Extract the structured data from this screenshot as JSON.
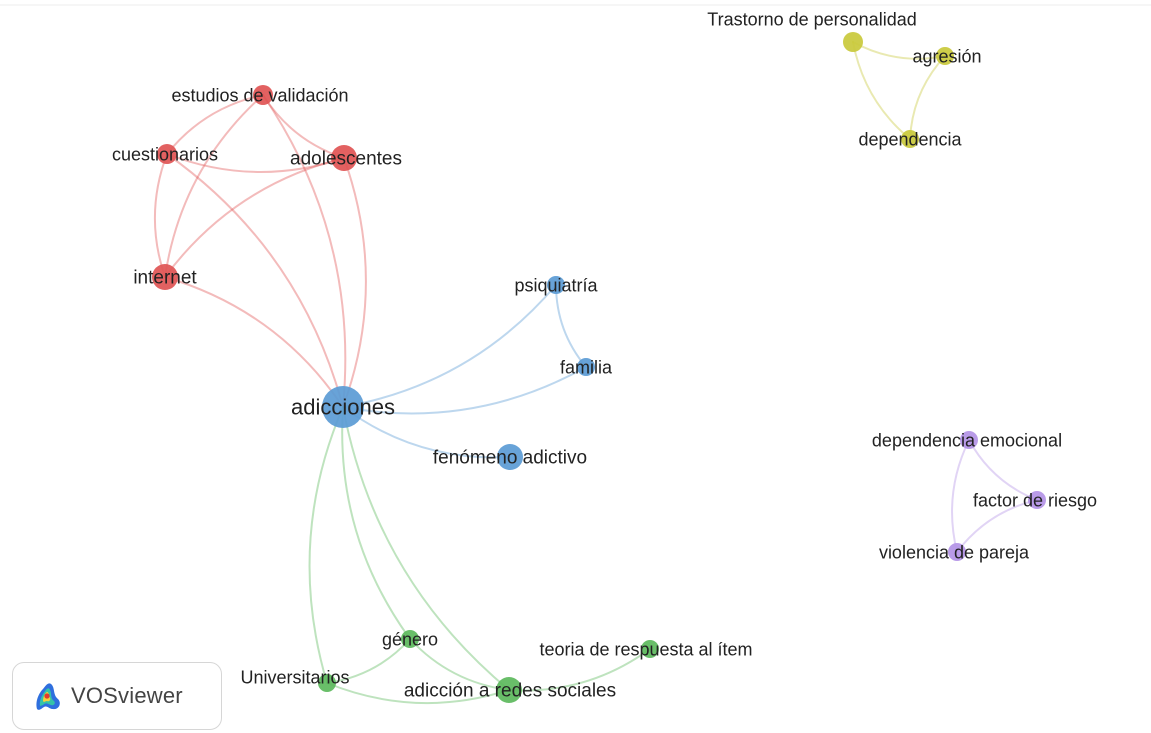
{
  "nodes": [
    {
      "id": "adicciones",
      "label": "adicciones",
      "cluster": "blue"
    },
    {
      "id": "psiquiatria",
      "label": "psiquiatría",
      "cluster": "blue"
    },
    {
      "id": "familia",
      "label": "familia",
      "cluster": "blue"
    },
    {
      "id": "fenomeno",
      "label": "fenómeno adictivo",
      "cluster": "blue"
    },
    {
      "id": "estudios",
      "label": "estudios de validación",
      "cluster": "red"
    },
    {
      "id": "cuestionarios",
      "label": "cuestionarios",
      "cluster": "red"
    },
    {
      "id": "adolescentes",
      "label": "adolescentes",
      "cluster": "red"
    },
    {
      "id": "internet",
      "label": "internet",
      "cluster": "red"
    },
    {
      "id": "trastorno",
      "label": "Trastorno de personalidad",
      "cluster": "yellow"
    },
    {
      "id": "agresion",
      "label": "agresión",
      "cluster": "yellow"
    },
    {
      "id": "dependencia",
      "label": "dependencia",
      "cluster": "yellow"
    },
    {
      "id": "depemocional",
      "label": "dependencia emocional",
      "cluster": "purple"
    },
    {
      "id": "factor",
      "label": "factor de riesgo",
      "cluster": "purple"
    },
    {
      "id": "violencia",
      "label": "violencia de pareja",
      "cluster": "purple"
    },
    {
      "id": "genero",
      "label": "género",
      "cluster": "green"
    },
    {
      "id": "teoria",
      "label": "teoria de respuesta al ítem",
      "cluster": "green"
    },
    {
      "id": "universitarios",
      "label": "Universitarios",
      "cluster": "green"
    },
    {
      "id": "redes",
      "label": "adicción a redes sociales",
      "cluster": "green"
    }
  ],
  "edges": [
    [
      "estudios",
      "cuestionarios"
    ],
    [
      "estudios",
      "adolescentes"
    ],
    [
      "estudios",
      "internet"
    ],
    [
      "cuestionarios",
      "adolescentes"
    ],
    [
      "cuestionarios",
      "internet"
    ],
    [
      "adolescentes",
      "internet"
    ],
    [
      "adicciones",
      "internet"
    ],
    [
      "adicciones",
      "cuestionarios"
    ],
    [
      "adicciones",
      "adolescentes"
    ],
    [
      "adicciones",
      "estudios"
    ],
    [
      "adicciones",
      "psiquiatria"
    ],
    [
      "adicciones",
      "familia"
    ],
    [
      "psiquiatria",
      "familia"
    ],
    [
      "adicciones",
      "fenomeno"
    ],
    [
      "adicciones",
      "universitarios"
    ],
    [
      "adicciones",
      "genero"
    ],
    [
      "adicciones",
      "redes"
    ],
    [
      "universitarios",
      "genero"
    ],
    [
      "universitarios",
      "redes"
    ],
    [
      "genero",
      "redes"
    ],
    [
      "redes",
      "teoria"
    ],
    [
      "trastorno",
      "agresion"
    ],
    [
      "trastorno",
      "dependencia"
    ],
    [
      "agresion",
      "dependencia"
    ],
    [
      "depemocional",
      "factor"
    ],
    [
      "depemocional",
      "violencia"
    ],
    [
      "factor",
      "violencia"
    ]
  ],
  "colors": {
    "red": "#e05454",
    "blue": "#5b9bd5",
    "green": "#5cb85c",
    "yellow": "#c9c93b",
    "purple": "#b393e6"
  },
  "branding": {
    "name": "VOSviewer",
    "icon": "vosviewer-density-logo"
  }
}
